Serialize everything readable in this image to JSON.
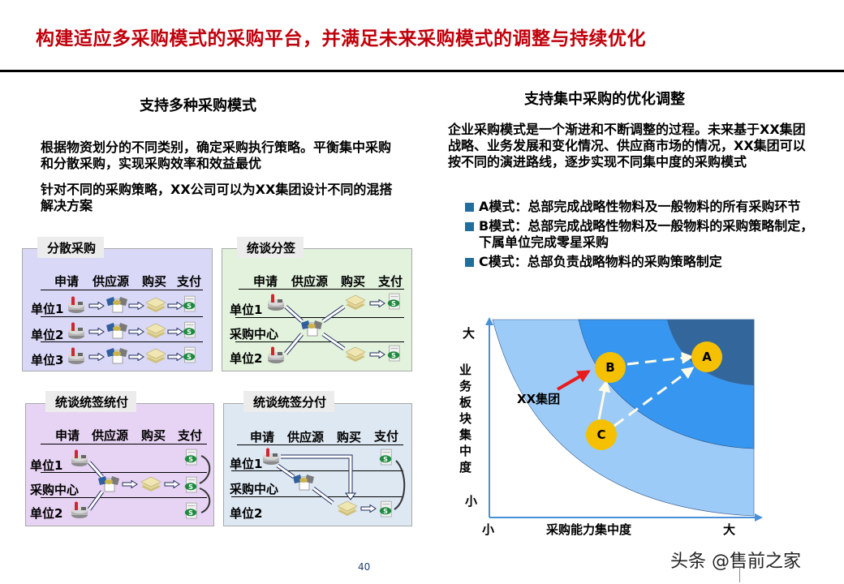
{
  "title": "构建适应多采购模式的采购平台，并满足未来采购模式的调整与持续优化",
  "left": {
    "heading": "支持多种采购模式",
    "paragraphs": [
      "根据物资划分的不同类别，确定采购执行策略。平衡集中采购和分散采购，实现采购效率和效益最优",
      "针对不同的采购策略，XX公司可以为XX集团设计不同的混搭解决方案"
    ],
    "column_headers": [
      "申请",
      "供应源",
      "购买",
      "支付"
    ],
    "panels": [
      {
        "title": "分散采购",
        "rows": [
          "单位1",
          "单位2",
          "单位3"
        ],
        "bg": "#d9d9f7"
      },
      {
        "title": "统谈分签",
        "rows": [
          "单位1",
          "采购中心",
          "单位2"
        ],
        "bg": "#e2f2dd"
      },
      {
        "title": "统谈统签统付",
        "rows": [
          "单位1",
          "采购中心",
          "单位2"
        ],
        "bg": "#e7d3f3"
      },
      {
        "title": "统谈统签分付",
        "rows": [
          "单位1",
          "采购中心",
          "单位2"
        ],
        "bg": "#dde8f3"
      }
    ],
    "icons": {
      "requester": "requester-icon",
      "supplier": "handshake-contract-icon",
      "purchase": "documents-stack-icon",
      "payment": "payment-dollar-icon"
    }
  },
  "right": {
    "heading": "支持集中采购的优化调整",
    "paragraph": "企业采购模式是一个渐进和不断调整的过程。未来基于XX集团战略、业务发展和变化情况、供应商市场的情况，XX集团可以按不同的演进路线，逐步实现不同集中度的采购模式",
    "bullets": [
      {
        "label": "A模式：总部完成战略性物料及一般物料的所有采购环节"
      },
      {
        "label": "B模式：总部完成战略性物料及一般物料的采购策略制定，下属单位完成零星采购"
      },
      {
        "label": "C模式：总部负责战略物料的采购策略制定"
      }
    ],
    "bullet_color": "#1f6e9b"
  },
  "chart_data": {
    "type": "diagram",
    "title": "",
    "xlabel": "采购能力集中度",
    "ylabel": "业务板块集中度",
    "x_ticks": [
      "小",
      "大"
    ],
    "y_ticks": [
      "大",
      "小"
    ],
    "regions": [
      {
        "name": "low-concentration",
        "color": "#9dcbf7"
      },
      {
        "name": "mid-concentration",
        "color": "#3797f0"
      },
      {
        "name": "high-concentration",
        "color": "#33679b"
      }
    ],
    "nodes": [
      {
        "label": "A",
        "x": 0.82,
        "y": 0.82
      },
      {
        "label": "B",
        "x": 0.46,
        "y": 0.76
      },
      {
        "label": "C",
        "x": 0.43,
        "y": 0.42
      }
    ],
    "edges": [
      {
        "from": "B",
        "to": "A",
        "style": "dashed"
      },
      {
        "from": "C",
        "to": "A",
        "style": "dashed"
      },
      {
        "from": "C",
        "to": "B",
        "style": "solid"
      }
    ],
    "annotation": {
      "text": "XX集团",
      "points_to": "B",
      "color": "#e81c1c"
    }
  },
  "footer": {
    "page_number": "40",
    "watermark": "头条 @售前之家"
  }
}
